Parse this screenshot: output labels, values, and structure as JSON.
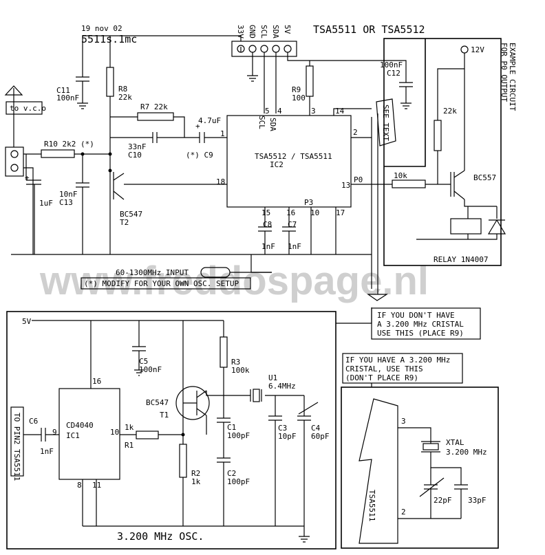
{
  "watermark": "www.freddospage.nl",
  "header": {
    "date": "19 nov 02",
    "file": "5511s.1mc",
    "title": "TSA5511 OR TSA5512"
  },
  "connector": {
    "pin1": "33V",
    "pin2": "GND",
    "pin3": "SCL",
    "pin4": "SDA",
    "pin5": "5V"
  },
  "ic2": {
    "name": "TSA5512 / TSA5511",
    "ref": "IC2",
    "scl": "SCL",
    "sda": "SDA"
  },
  "pins": {
    "p1": "1",
    "p2": "2",
    "p3": "3",
    "p4": "4",
    "p5": "5",
    "p10": "10",
    "p13": "13",
    "p14": "14",
    "p15": "15",
    "p16": "16",
    "p17": "17",
    "p18": "18",
    "p0": "P0",
    "p3label": "P3"
  },
  "parts": {
    "c11": "C11",
    "c11v": "100nF",
    "r8": "R8",
    "r8v": "22k",
    "r7": "R7 22k",
    "c10": "C10",
    "c10v": "33nF",
    "c9": "(*) C9",
    "c9v": "4.7uF",
    "plus": "+",
    "r9": "R9",
    "r9v": "100",
    "c12": "C12",
    "c12v": "100nF",
    "r10": "R10 2k2 (*)",
    "c1uf": "1uF",
    "c13": "C13",
    "c13v": "10nF",
    "t2": "T2",
    "t2v": "BC547",
    "c8": "C8",
    "c8v": "1nF",
    "c7": "C7",
    "c7v": "1nF"
  },
  "left": {
    "tovco": "to v.c.o"
  },
  "notes": {
    "seetext": "SEE TEXT",
    "input": "60-1300MHz INPUT",
    "modify": "(*) MODIFY FOR YOUR OWN OSC. SETUP"
  },
  "relay": {
    "title1": "EXAMPLE CIRCUIT",
    "title2": "FOR P0 OUTPUT",
    "v12": "12V",
    "r22k": "22k",
    "r10k": "10k",
    "bc557": "BC557",
    "relay": "RELAY 1N4007"
  },
  "osc": {
    "note1": "IF YOU DON'T HAVE",
    "note2": "A 3.200 MHz CRISTAL",
    "note3": "USE THIS (PLACE R9)",
    "v5": "5V",
    "c5": "C5",
    "c5v": "100nF",
    "ic1": "CD4040",
    "ic1ref": "IC1",
    "p9": "9",
    "p8": "8",
    "p11": "11",
    "topin2": "TO PIN2 TSA5511",
    "c6": "C6",
    "c6v": "1nF",
    "r1": "R1",
    "r1v": "1k",
    "t1": "T1",
    "t1v": "BC547",
    "r3": "R3",
    "r3v": "100k",
    "u1": "U1",
    "u1v": "6.4MHz",
    "c1": "C1",
    "c1v": "100pF",
    "c2": "C2",
    "c2v": "100pF",
    "r2": "R2",
    "r2v": "1k",
    "c3": "C3",
    "c3v": "10pF",
    "c4": "C4",
    "c4v": "60pF",
    "title": "3.200 MHz OSC."
  },
  "xtal": {
    "note1": "IF YOU HAVE A 3.200 MHz",
    "note2": "CRISTAL, USE THIS",
    "note3": "(DON'T PLACE R9)",
    "ic": "TSA5511",
    "xtal": "XTAL",
    "xtalv": "3.200 MHz",
    "c22": "22pF",
    "c33": "33pF"
  }
}
